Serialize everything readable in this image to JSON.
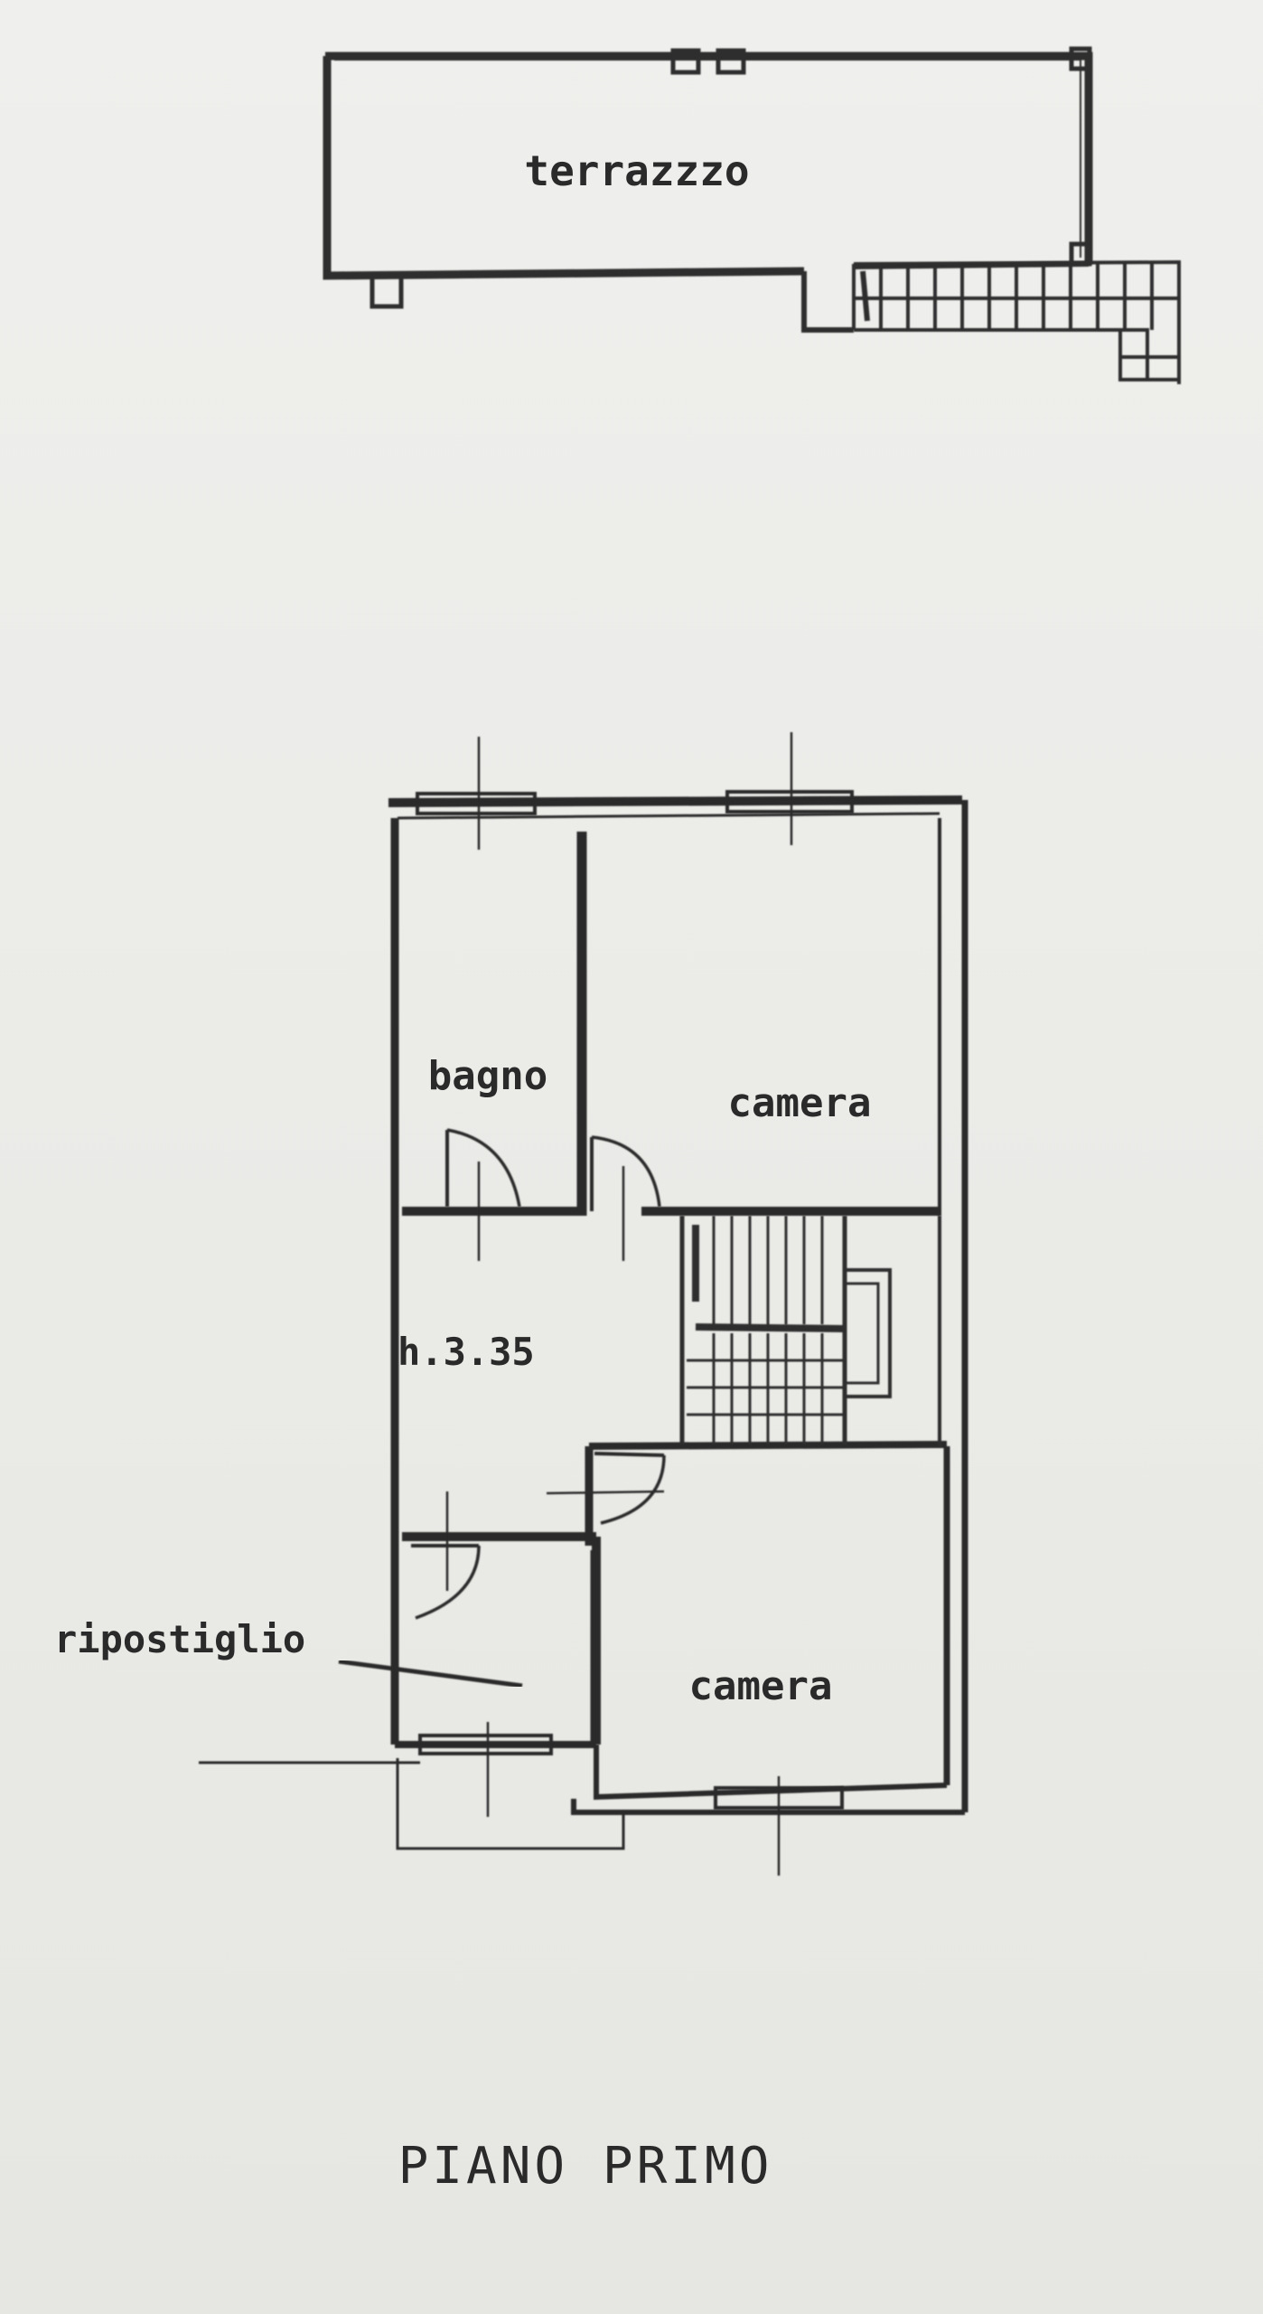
{
  "rooms": {
    "terrazzo": "terrazzzo",
    "bagno": "bagno",
    "camera_top": "camera",
    "height_note": "h.3.35",
    "ripostiglio": "ripostiglio",
    "camera_bottom": "camera"
  },
  "plan_title": "PIANO PRIMO"
}
